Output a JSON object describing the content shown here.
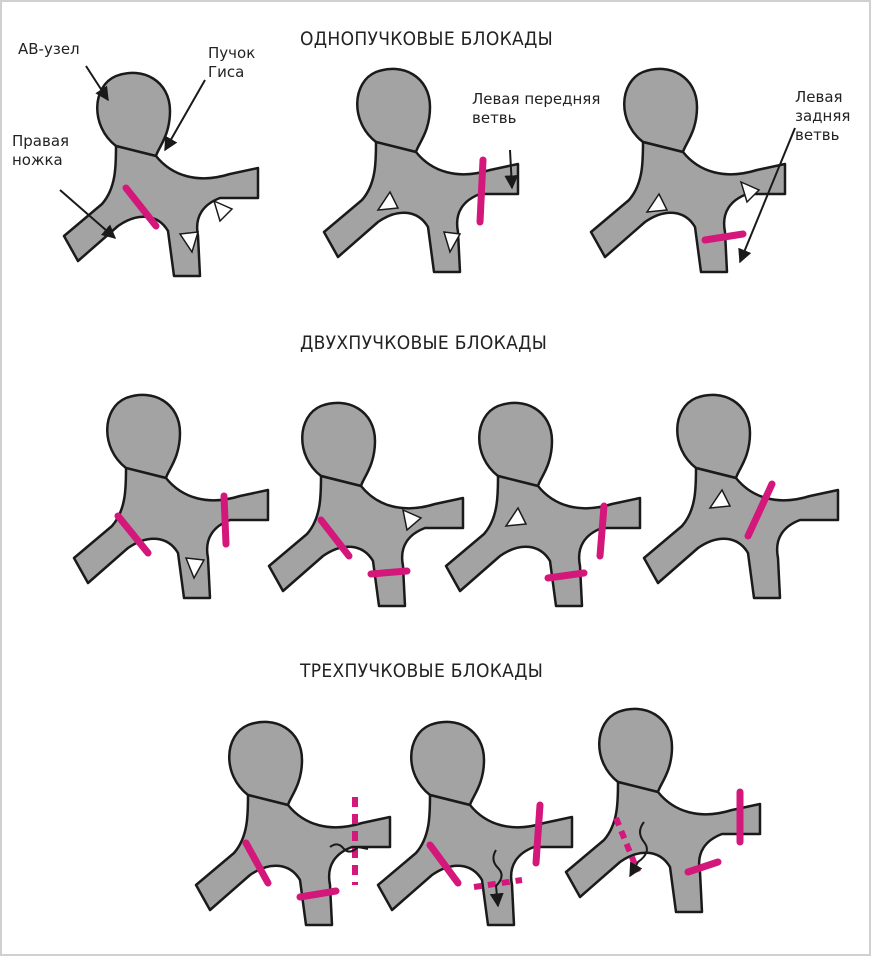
{
  "sections": {
    "mono": "ОДНОПУЧКОВЫЕ БЛОКАДЫ",
    "bi": "ДВУХПУЧКОВЫЕ БЛОКАДЫ",
    "tri": "ТРЕХПУЧКОВЫЕ БЛОКАДЫ"
  },
  "labels": {
    "av_node": "АВ-узел",
    "his_bundle": "Пучок\nГиса",
    "right_bundle": "Правая\nножка",
    "left_anterior": "Левая передняя\nветвь",
    "left_posterior": "Левая\nзадняя\nветвь"
  },
  "colors": {
    "conduction_tissue": "#a3a3a3",
    "block_marker": "#d4177a",
    "outline": "#1a1a1a",
    "border": "#d0d0d0"
  }
}
